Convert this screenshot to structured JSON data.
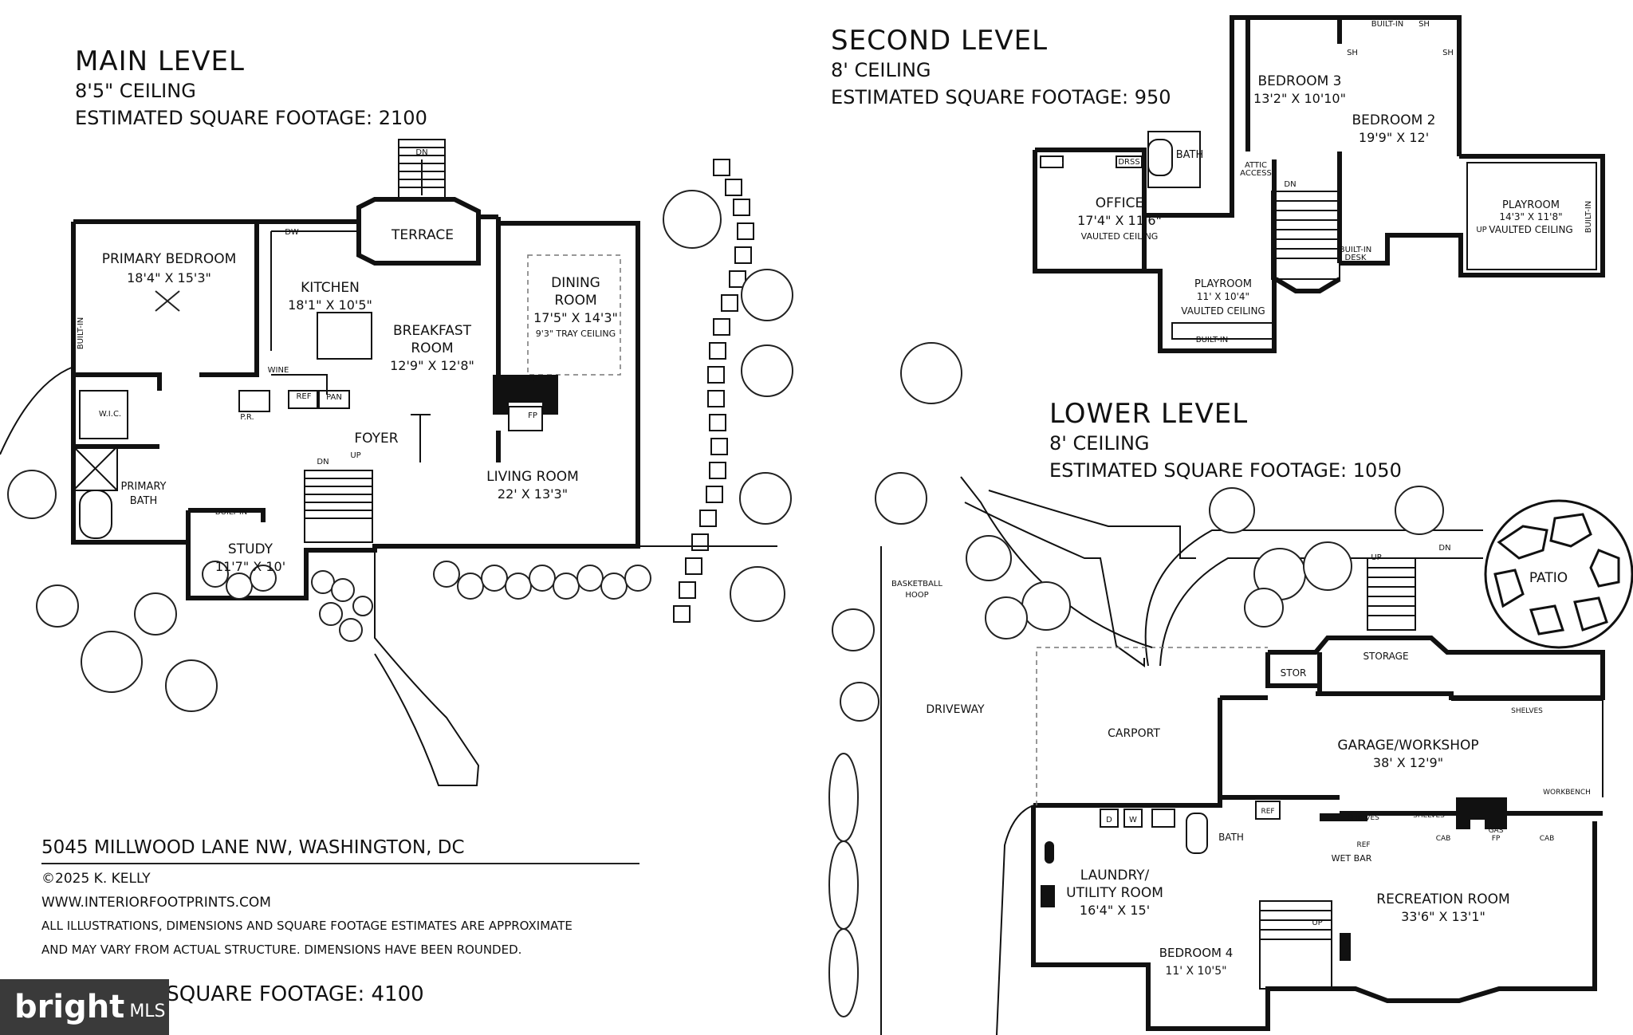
{
  "main_level": {
    "title": "MAIN LEVEL",
    "ceiling": "8'5\" CEILING",
    "sqft": "ESTIMATED SQUARE FOOTAGE: 2100",
    "rooms": {
      "primary_bedroom": {
        "name": "PRIMARY BEDROOM",
        "dim": "18'4\" X 15'3\""
      },
      "kitchen": {
        "name": "KITCHEN",
        "dim": "18'1\" X 10'5\""
      },
      "terrace": {
        "name": "TERRACE"
      },
      "breakfast": {
        "name1": "BREAKFAST",
        "name2": "ROOM",
        "dim": "12'9\" X 12'8\""
      },
      "dining": {
        "name1": "DINING",
        "name2": "ROOM",
        "dim": "17'5\" X 14'3\"",
        "note": "9'3\" TRAY CEILING"
      },
      "foyer": {
        "name": "FOYER"
      },
      "living": {
        "name": "LIVING ROOM",
        "dim": "22' X 13'3\""
      },
      "primary_bath": {
        "name1": "PRIMARY",
        "name2": "BATH"
      },
      "study": {
        "name": "STUDY",
        "dim": "11'7\" X 10'"
      }
    },
    "labels": {
      "builtin": "BUILT-IN",
      "wic": "W.I.C.",
      "pr": "P.R.",
      "ref": "REF",
      "pan": "PAN",
      "wine": "WINE",
      "dw": "DW",
      "fp": "FP",
      "dn": "DN",
      "up": "UP"
    }
  },
  "second_level": {
    "title": "SECOND LEVEL",
    "ceiling": "8' CEILING",
    "sqft": "ESTIMATED SQUARE FOOTAGE: 950",
    "rooms": {
      "bedroom3": {
        "name": "BEDROOM 3",
        "dim": "13'2\" X 10'10\""
      },
      "bedroom2": {
        "name": "BEDROOM 2",
        "dim": "19'9\" X 12'"
      },
      "bath": {
        "name": "BATH"
      },
      "office": {
        "name": "OFFICE",
        "dim": "17'4\" X 11'6\"",
        "note": "VAULTED CEILING"
      },
      "playroom_small": {
        "name": "PLAYROOM",
        "dim": "11' X 10'4\"",
        "note": "VAULTED CEILING"
      },
      "playroom_large": {
        "name": "PLAYROOM",
        "dim": "14'3\" X 11'8\"",
        "note": "VAULTED CEILING"
      }
    },
    "labels": {
      "attic1": "ATTIC",
      "attic2": "ACCESS",
      "drss": "DRSS",
      "sh": "SH",
      "builtin": "BUILT-IN",
      "builtin_desk1": "BUILT-IN",
      "builtin_desk2": "DESK",
      "dn": "DN",
      "up": "UP"
    }
  },
  "lower_level": {
    "title": "LOWER LEVEL",
    "ceiling": "8' CEILING",
    "sqft": "ESTIMATED SQUARE FOOTAGE: 1050",
    "rooms": {
      "patio": {
        "name": "PATIO"
      },
      "storage": {
        "name": "STORAGE"
      },
      "stor": {
        "name": "STOR"
      },
      "driveway": {
        "name": "DRIVEWAY"
      },
      "carport": {
        "name": "CARPORT"
      },
      "garage": {
        "name": "GARAGE/WORKSHOP",
        "dim": "38' X 12'9\""
      },
      "laundry": {
        "name1": "LAUNDRY/",
        "name2": "UTILITY ROOM",
        "dim": "16'4\" X 15'"
      },
      "bath": {
        "name": "BATH"
      },
      "recreation": {
        "name": "RECREATION ROOM",
        "dim": "33'6\" X 13'1\""
      },
      "bedroom4": {
        "name": "BEDROOM 4",
        "dim": "11' X 10'5\""
      }
    },
    "labels": {
      "hoop1": "BASKETBALL",
      "hoop2": "HOOP",
      "shelves": "SHELVES",
      "workbench": "WORKBENCH",
      "ref": "REF",
      "wetbar": "WET BAR",
      "cab": "CAB",
      "gas": "GAS",
      "fp": "FP",
      "d": "D",
      "w": "W",
      "dn": "DN",
      "up": "UP"
    }
  },
  "footer": {
    "address": "5045 MILLWOOD LANE NW, WASHINGTON, DC",
    "copyright": "©2025 K. KELLY",
    "website": "WWW.INTERIORFOOTPRINTS.COM",
    "disclaimer1": "ALL ILLUSTRATIONS, DIMENSIONS AND SQUARE FOOTAGE ESTIMATES ARE APPROXIMATE",
    "disclaimer2": "AND MAY VARY FROM ACTUAL STRUCTURE. DIMENSIONS HAVE BEEN ROUNDED.",
    "total": "D SQUARE FOOTAGE: 4100"
  },
  "watermark": {
    "brand": "bright",
    "suffix": "MLS"
  }
}
